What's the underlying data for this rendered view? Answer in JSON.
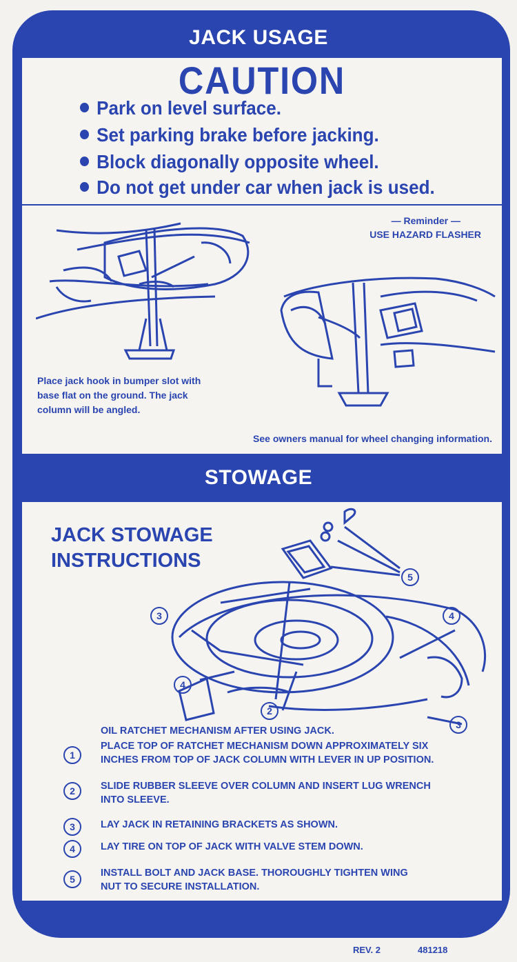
{
  "header": {
    "title": "JACK USAGE"
  },
  "caution": {
    "title": "CAUTION",
    "rules": [
      "Park on level surface.",
      "Set parking brake before jacking.",
      "Block diagonally opposite wheel.",
      "Do not get under car when jack is used."
    ]
  },
  "usage": {
    "reminder_line1": "— Reminder —",
    "reminder_line2": "USE HAZARD FLASHER",
    "placement_line1": "Place jack hook in bumper slot with",
    "placement_line2": "base flat on the ground. The jack",
    "placement_line3": "column will be angled.",
    "manual_note": "See owners manual for wheel changing information."
  },
  "stowage": {
    "band_title": "STOWAGE",
    "heading_line1": "JACK STOWAGE",
    "heading_line2": "INSTRUCTIONS",
    "callouts": [
      "3",
      "4",
      "2",
      "5",
      "4",
      "3"
    ],
    "steps": [
      {
        "num": "1",
        "line1": "OIL RATCHET MECHANISM AFTER USING JACK.",
        "line2": "PLACE TOP OF RATCHET MECHANISM DOWN APPROXIMATELY SIX",
        "line3": "INCHES FROM TOP OF JACK COLUMN WITH LEVER IN UP POSITION."
      },
      {
        "num": "2",
        "line1": "SLIDE RUBBER SLEEVE OVER COLUMN AND INSERT LUG WRENCH",
        "line2": "INTO SLEEVE."
      },
      {
        "num": "3",
        "line1": "LAY JACK IN RETAINING BRACKETS AS SHOWN."
      },
      {
        "num": "4",
        "line1": "LAY TIRE ON TOP OF JACK WITH VALVE STEM DOWN."
      },
      {
        "num": "5",
        "line1": "INSTALL BOLT AND JACK BASE. THOROUGHLY TIGHTEN WING",
        "line2": "NUT TO SECURE INSTALLATION."
      }
    ]
  },
  "footer": {
    "rev": "REV. 2",
    "part_number": "481218"
  },
  "colors": {
    "decal_blue": "#2a44b0",
    "panel": "#f5f4f0",
    "background": "#f3f2ee"
  }
}
